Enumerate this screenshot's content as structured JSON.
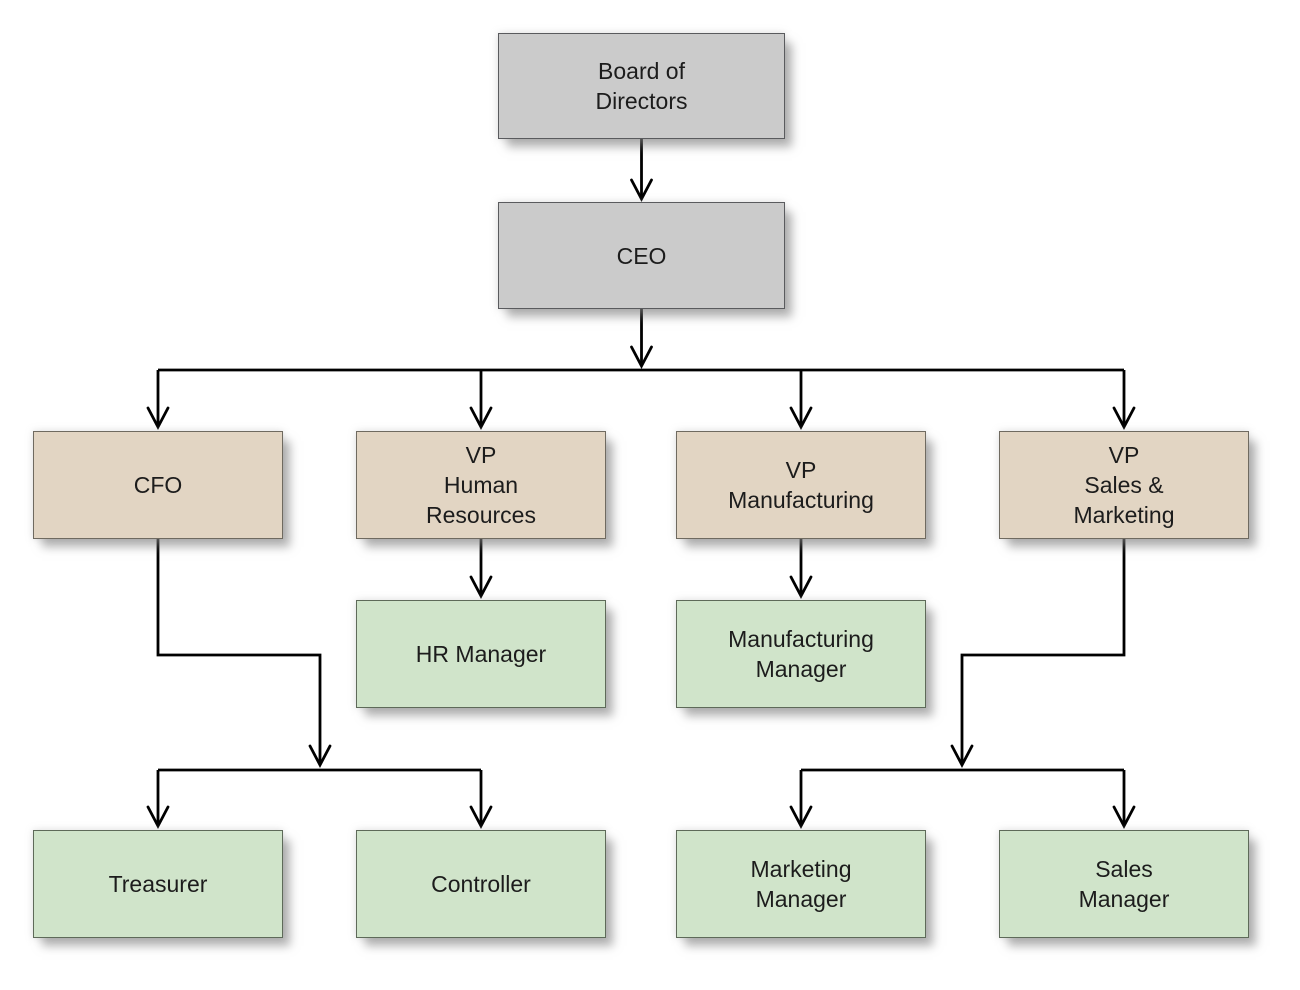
{
  "diagram_type": "organizational-chart",
  "colors": {
    "executive_fill": "#cbcbcb",
    "vp_fill": "#e2d5c3",
    "manager_fill": "#d0e4ca",
    "connector_line": "#000000",
    "text": "#1c1c1c",
    "background": "#ffffff"
  },
  "nodes": {
    "board": {
      "label": "Board of\nDirectors",
      "level": "executive"
    },
    "ceo": {
      "label": "CEO",
      "level": "executive"
    },
    "cfo": {
      "label": "CFO",
      "level": "vp"
    },
    "vp_hr": {
      "label": "VP\nHuman\nResources",
      "level": "vp"
    },
    "vp_manufacturing": {
      "label": "VP\nManufacturing",
      "level": "vp"
    },
    "vp_sales_marketing": {
      "label": "VP\nSales &\nMarketing",
      "level": "vp"
    },
    "hr_manager": {
      "label": "HR Manager",
      "level": "manager"
    },
    "manufacturing_manager": {
      "label": "Manufacturing\nManager",
      "level": "manager"
    },
    "treasurer": {
      "label": "Treasurer",
      "level": "manager"
    },
    "controller": {
      "label": "Controller",
      "level": "manager"
    },
    "marketing_manager": {
      "label": "Marketing\nManager",
      "level": "manager"
    },
    "sales_manager": {
      "label": "Sales\nManager",
      "level": "manager"
    }
  },
  "edges": [
    {
      "from": "board",
      "to": "ceo"
    },
    {
      "from": "ceo",
      "to": "cfo"
    },
    {
      "from": "ceo",
      "to": "vp_hr"
    },
    {
      "from": "ceo",
      "to": "vp_manufacturing"
    },
    {
      "from": "ceo",
      "to": "vp_sales_marketing"
    },
    {
      "from": "vp_hr",
      "to": "hr_manager"
    },
    {
      "from": "vp_manufacturing",
      "to": "manufacturing_manager"
    },
    {
      "from": "cfo",
      "to": "treasurer"
    },
    {
      "from": "cfo",
      "to": "controller"
    },
    {
      "from": "vp_sales_marketing",
      "to": "marketing_manager"
    },
    {
      "from": "vp_sales_marketing",
      "to": "sales_manager"
    }
  ]
}
